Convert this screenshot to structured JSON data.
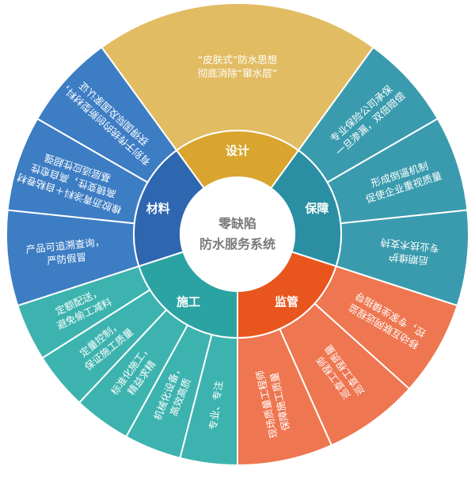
{
  "center": {
    "line1": "零缺陷",
    "line2": "防水服务系统"
  },
  "categories": [
    {
      "label": "设计",
      "color": "#D9A52E"
    },
    {
      "label": "保障",
      "color": "#2A8FA3"
    },
    {
      "label": "监管",
      "color": "#E8561D"
    },
    {
      "label": "施工",
      "color": "#2BA3A3"
    },
    {
      "label": "材料",
      "color": "#2F66B0"
    }
  ],
  "outer_segments": [
    {
      "lines": [
        "“皮肤式”防水思想",
        "彻底消除“窜水层”"
      ],
      "color": "#E2BC62"
    },
    {
      "lines": [
        "专业保险公司承保",
        "一旦渗漏，双倍赔偿"
      ],
      "color": "#3A9BAE"
    },
    {
      "lines": [
        "形成倒逼机制",
        "促使企业重视质量"
      ],
      "color": "#3A9BAE"
    },
    {
      "lines": [
        "后期维护",
        "专业技术支持"
      ],
      "color": "#3A9BAE"
    },
    {
      "lines": [
        "移动互联网远程监",
        "控，专家坐镇指导"
      ],
      "color": "#EE7650"
    },
    {
      "lines": [
        "巡查工程师",
        "巡查工程质量"
      ],
      "color": "#EE7650"
    },
    {
      "lines": [
        "现场质量工程师",
        "保障施工质量"
      ],
      "color": "#EE7650"
    },
    {
      "lines": [
        "专业、专注"
      ],
      "color": "#3DB3AF"
    },
    {
      "lines": [
        "机械化设备，",
        "高效高质"
      ],
      "color": "#3DB3AF"
    },
    {
      "lines": [
        "标准化施工，",
        "精益求精"
      ],
      "color": "#3DB3AF"
    },
    {
      "lines": [
        "定量控制，",
        "保证施工质量"
      ],
      "color": "#3DB3AF"
    },
    {
      "lines": [
        "定额配送，",
        "避免偷工减料"
      ],
      "color": "#3DB3AF"
    },
    {
      "lines": [
        "产品可追溯查询，",
        "严防假冒"
      ],
      "color": "#3D7DC4"
    },
    {
      "lines": [
        "橡胶沥青涂料＋自粘卷材",
        "高镜变性，高自愈性",
        "基层适应性超强"
      ],
      "color": "#3D7DC4"
    },
    {
      "lines": [
        "有别于传统的创新型材料，",
        "获得国际及国家认证"
      ],
      "color": "#3D7DC4"
    }
  ]
}
